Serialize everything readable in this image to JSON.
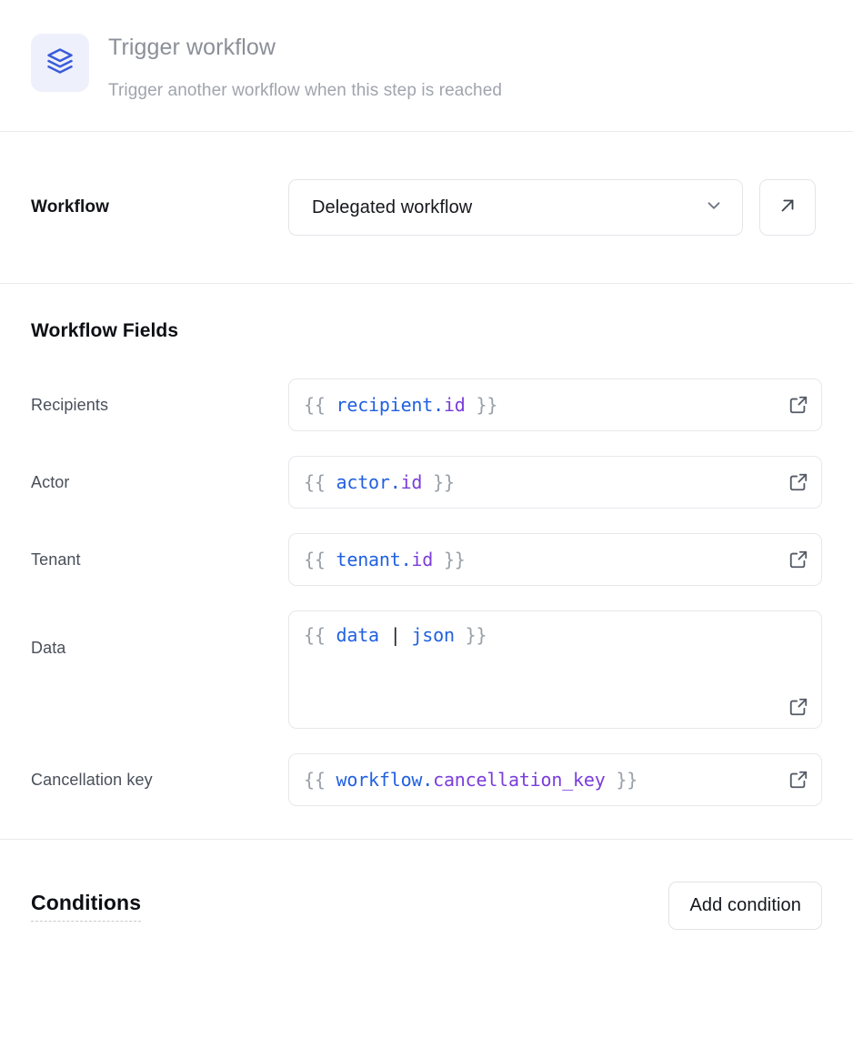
{
  "header": {
    "icon": "layers-icon",
    "title": "Trigger workflow",
    "subtitle": "Trigger another workflow when this step is reached",
    "icon_color": "#3b5bdb",
    "icon_bg": "#eef1fb"
  },
  "workflow_section": {
    "label": "Workflow",
    "select": {
      "value": "Delegated workflow",
      "chevron": "chevron-down-icon"
    },
    "open_button": {
      "icon": "arrow-up-right-icon"
    }
  },
  "fields_section": {
    "heading": "Workflow Fields",
    "fields": [
      {
        "label": "Recipients",
        "multiline": false,
        "tokens": [
          {
            "t": "{{ ",
            "c": "brace"
          },
          {
            "t": "recipient",
            "c": "obj"
          },
          {
            "t": ".",
            "c": "dot"
          },
          {
            "t": "id",
            "c": "prop"
          },
          {
            "t": " }}",
            "c": "brace"
          }
        ],
        "value": "{{ recipient.id }}",
        "expand_icon": "external-link-icon"
      },
      {
        "label": "Actor",
        "multiline": false,
        "tokens": [
          {
            "t": "{{ ",
            "c": "brace"
          },
          {
            "t": "actor",
            "c": "obj"
          },
          {
            "t": ".",
            "c": "dot"
          },
          {
            "t": "id",
            "c": "prop"
          },
          {
            "t": " }}",
            "c": "brace"
          }
        ],
        "value": "{{ actor.id }}",
        "expand_icon": "external-link-icon"
      },
      {
        "label": "Tenant",
        "multiline": false,
        "tokens": [
          {
            "t": "{{ ",
            "c": "brace"
          },
          {
            "t": "tenant",
            "c": "obj"
          },
          {
            "t": ".",
            "c": "dot"
          },
          {
            "t": "id",
            "c": "prop"
          },
          {
            "t": " }}",
            "c": "brace"
          }
        ],
        "value": "{{ tenant.id }}",
        "expand_icon": "external-link-icon"
      },
      {
        "label": "Data",
        "multiline": true,
        "tokens": [
          {
            "t": "{{ ",
            "c": "brace"
          },
          {
            "t": "data",
            "c": "obj"
          },
          {
            "t": " ",
            "c": "brace"
          },
          {
            "t": "|",
            "c": "pipe"
          },
          {
            "t": " ",
            "c": "brace"
          },
          {
            "t": "json",
            "c": "filter"
          },
          {
            "t": " }}",
            "c": "brace"
          }
        ],
        "value": "{{ data | json }}",
        "expand_icon": "external-link-icon"
      },
      {
        "label": "Cancellation key",
        "multiline": false,
        "tokens": [
          {
            "t": "{{ ",
            "c": "brace"
          },
          {
            "t": "workflow",
            "c": "obj"
          },
          {
            "t": ".",
            "c": "dot"
          },
          {
            "t": "cancellation_key",
            "c": "prop"
          },
          {
            "t": " }}",
            "c": "brace"
          }
        ],
        "value": "{{ workflow.cancellation_key }}",
        "expand_icon": "external-link-icon"
      }
    ]
  },
  "conditions_section": {
    "title": "Conditions",
    "add_button_label": "Add condition"
  },
  "colors": {
    "accent": "#3b5bdb",
    "token_object": "#2160e0",
    "token_property": "#7a3ddb",
    "token_brace": "#9aa0a8",
    "border": "#e4e5e9",
    "divider": "#e9eaee",
    "title_muted": "#8b8f98"
  }
}
